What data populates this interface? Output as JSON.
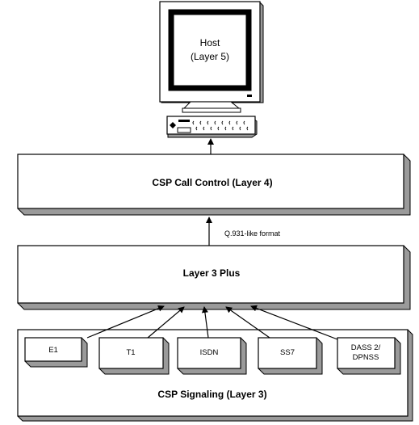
{
  "host": {
    "line1": "Host",
    "line2": "(Layer 5)"
  },
  "call_control": {
    "label": "CSP Call Control (Layer 4)"
  },
  "interface_note": {
    "label": "Q.931-like format"
  },
  "layer3plus": {
    "label": "Layer 3 Plus"
  },
  "signaling": {
    "label": "CSP Signaling (Layer 3)",
    "modules": [
      {
        "line1": "E1",
        "line2": ""
      },
      {
        "line1": "T1",
        "line2": ""
      },
      {
        "line1": "ISDN",
        "line2": ""
      },
      {
        "line1": "SS7",
        "line2": ""
      },
      {
        "line1": "DASS 2/",
        "line2": "DPNSS"
      }
    ]
  },
  "colors": {
    "stroke": "#000000",
    "fill": "#ffffff",
    "shade": "#9a9a9a",
    "screen": "#000000"
  }
}
